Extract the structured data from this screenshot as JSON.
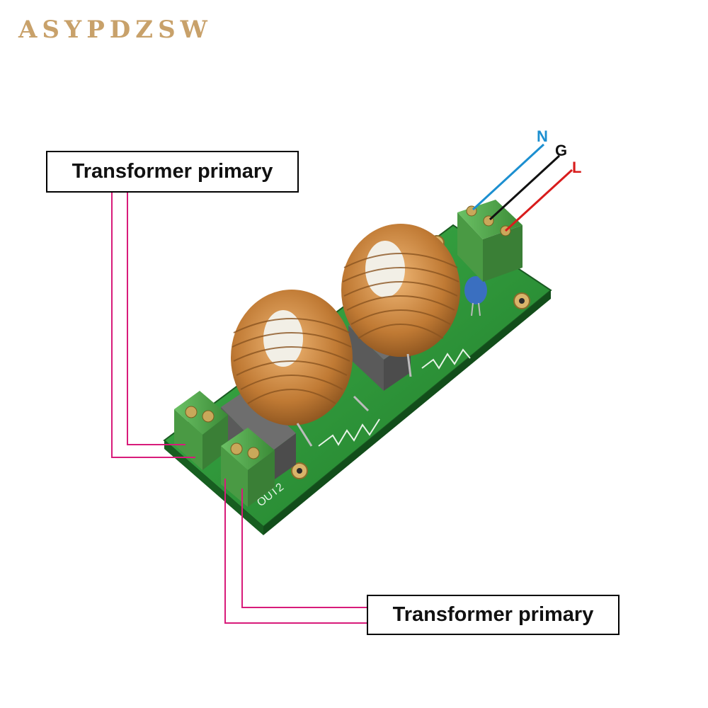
{
  "brand": "ASYPDZSW",
  "labels": {
    "top": "Transformer primary",
    "bottom": "Transformer primary"
  },
  "wires": {
    "N": "N",
    "G": "G",
    "L": "L"
  },
  "silkscreen": {
    "out2": "OUT2"
  },
  "colors": {
    "brand": "#c8a16a",
    "pcb": "#2f9a3a",
    "terminal": "#4fa04a",
    "coil": "#c07a34",
    "lead_line": "#d81b7a",
    "wire_N": "#1c8fd0",
    "wire_G": "#111111",
    "wire_L": "#d81c1c"
  }
}
